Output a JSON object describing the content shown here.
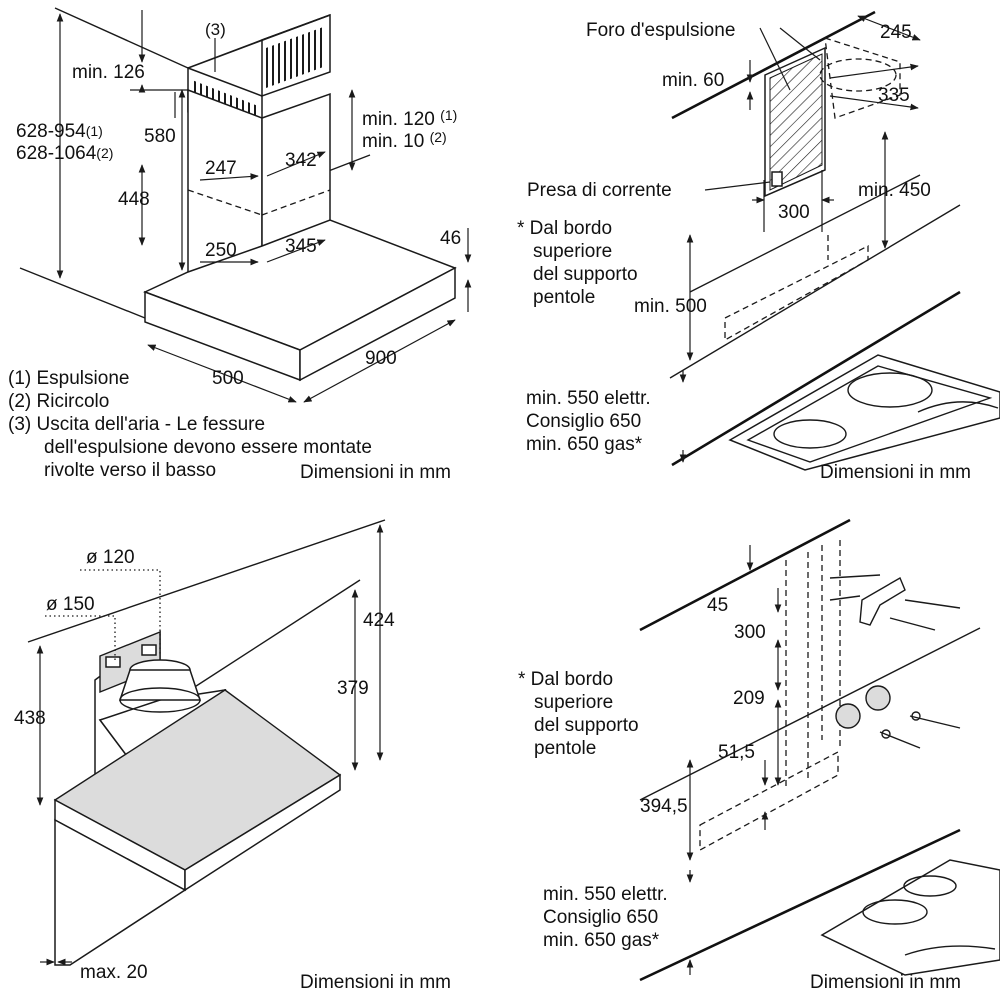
{
  "top_left": {
    "callout_3": "(3)",
    "dims": {
      "min126": "min. 126",
      "h628_954": "628-954",
      "h628_954_sup": "(1)",
      "h628_1064": "628-1064",
      "h628_1064_sup": "(2)",
      "d580": "580",
      "d448": "448",
      "d247": "247",
      "d342": "342",
      "d250": "250",
      "d345": "345",
      "min120": "min. 120",
      "min120_sup": "(1)",
      "min10": "min. 10",
      "min10_sup": "(2)",
      "d46": "46",
      "d500": "500",
      "d900": "900"
    },
    "legend": [
      "(1) Espulsione",
      "(2) Ricircolo",
      "(3) Uscita dell'aria - Le fessure",
      "dell'espulsione devono essere montate",
      "rivolte verso il basso"
    ],
    "units": "Dimensioni in mm"
  },
  "top_right": {
    "foro": "Foro d'espulsione",
    "d245": "245",
    "min60": "min. 60",
    "d335": "335",
    "presa": "Presa di corrente",
    "min450": "min. 450",
    "d300": "300",
    "note": [
      "* Dal bordo",
      "superiore",
      "del supporto",
      "pentole"
    ],
    "min500": "min. 500",
    "clearance": [
      "min. 550 elettr.",
      "Consiglio 650",
      "min. 650 gas*"
    ],
    "units": "Dimensioni in mm"
  },
  "bottom_left": {
    "o120": "ø 120",
    "o150": "ø 150",
    "d424": "424",
    "d379": "379",
    "d438": "438",
    "max20": "max. 20",
    "units": "Dimensioni in mm"
  },
  "bottom_right": {
    "d45": "45",
    "d300": "300",
    "note": [
      "* Dal bordo",
      "superiore",
      "del supporto",
      "pentole"
    ],
    "d209": "209",
    "d51_5": "51,5",
    "d394_5": "394,5",
    "clearance": [
      "min. 550 elettr.",
      "Consiglio 650",
      "min. 650 gas*"
    ],
    "units": "Dimensioni in mm"
  }
}
